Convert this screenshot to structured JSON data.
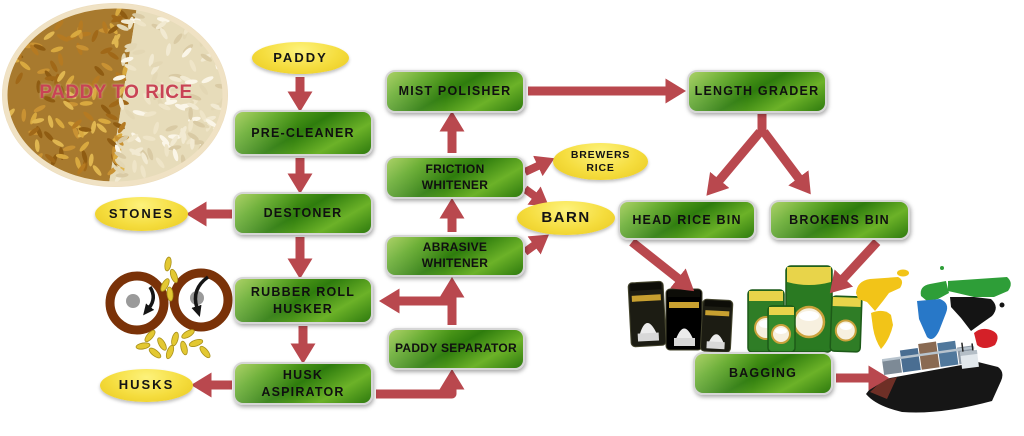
{
  "photo": {
    "caption": "PADDY TO RICE"
  },
  "nodes": {
    "paddy": "PADDY",
    "pre_cleaner": "PRE-CLEANER",
    "destoner": "DESTONER",
    "stones": "STONES",
    "rubber_roll_husker": "RUBBER ROLL HUSKER",
    "husk_aspirator": "HUSK ASPIRATOR",
    "husks": "HUSKS",
    "paddy_separator": "PADDY SEPARATOR",
    "abrasive_whitener": "ABRASIVE WHITENER",
    "friction_whitener": "FRICTION WHITENER",
    "mist_polisher": "MIST POLISHER",
    "brewers_rice": "BREWERS RICE",
    "barn": "BARN",
    "length_grader": "LENGTH GRADER",
    "head_rice_bin": "HEAD RICE BIN",
    "brokens_bin": "BROKENS BIN",
    "bagging": "BAGGING"
  },
  "colors": {
    "arrow_red": "#b9484e",
    "oval_yellow": "#f5dd3e",
    "box_green_light": "#93c43c",
    "box_green_dark": "#2e7c0d",
    "caption_red": "#c94355",
    "roll_ring_brown": "#7a3208"
  },
  "illustrations": {
    "photo": "paddy-and-rice-grains-oval-photo",
    "rolls": "counter-rotating-rubber-rolls",
    "black_bags": "branded-black-rice-bags",
    "green_pouches": "green-rice-pouches",
    "map": "world-map-continents",
    "ship": "cargo-container-ship"
  }
}
